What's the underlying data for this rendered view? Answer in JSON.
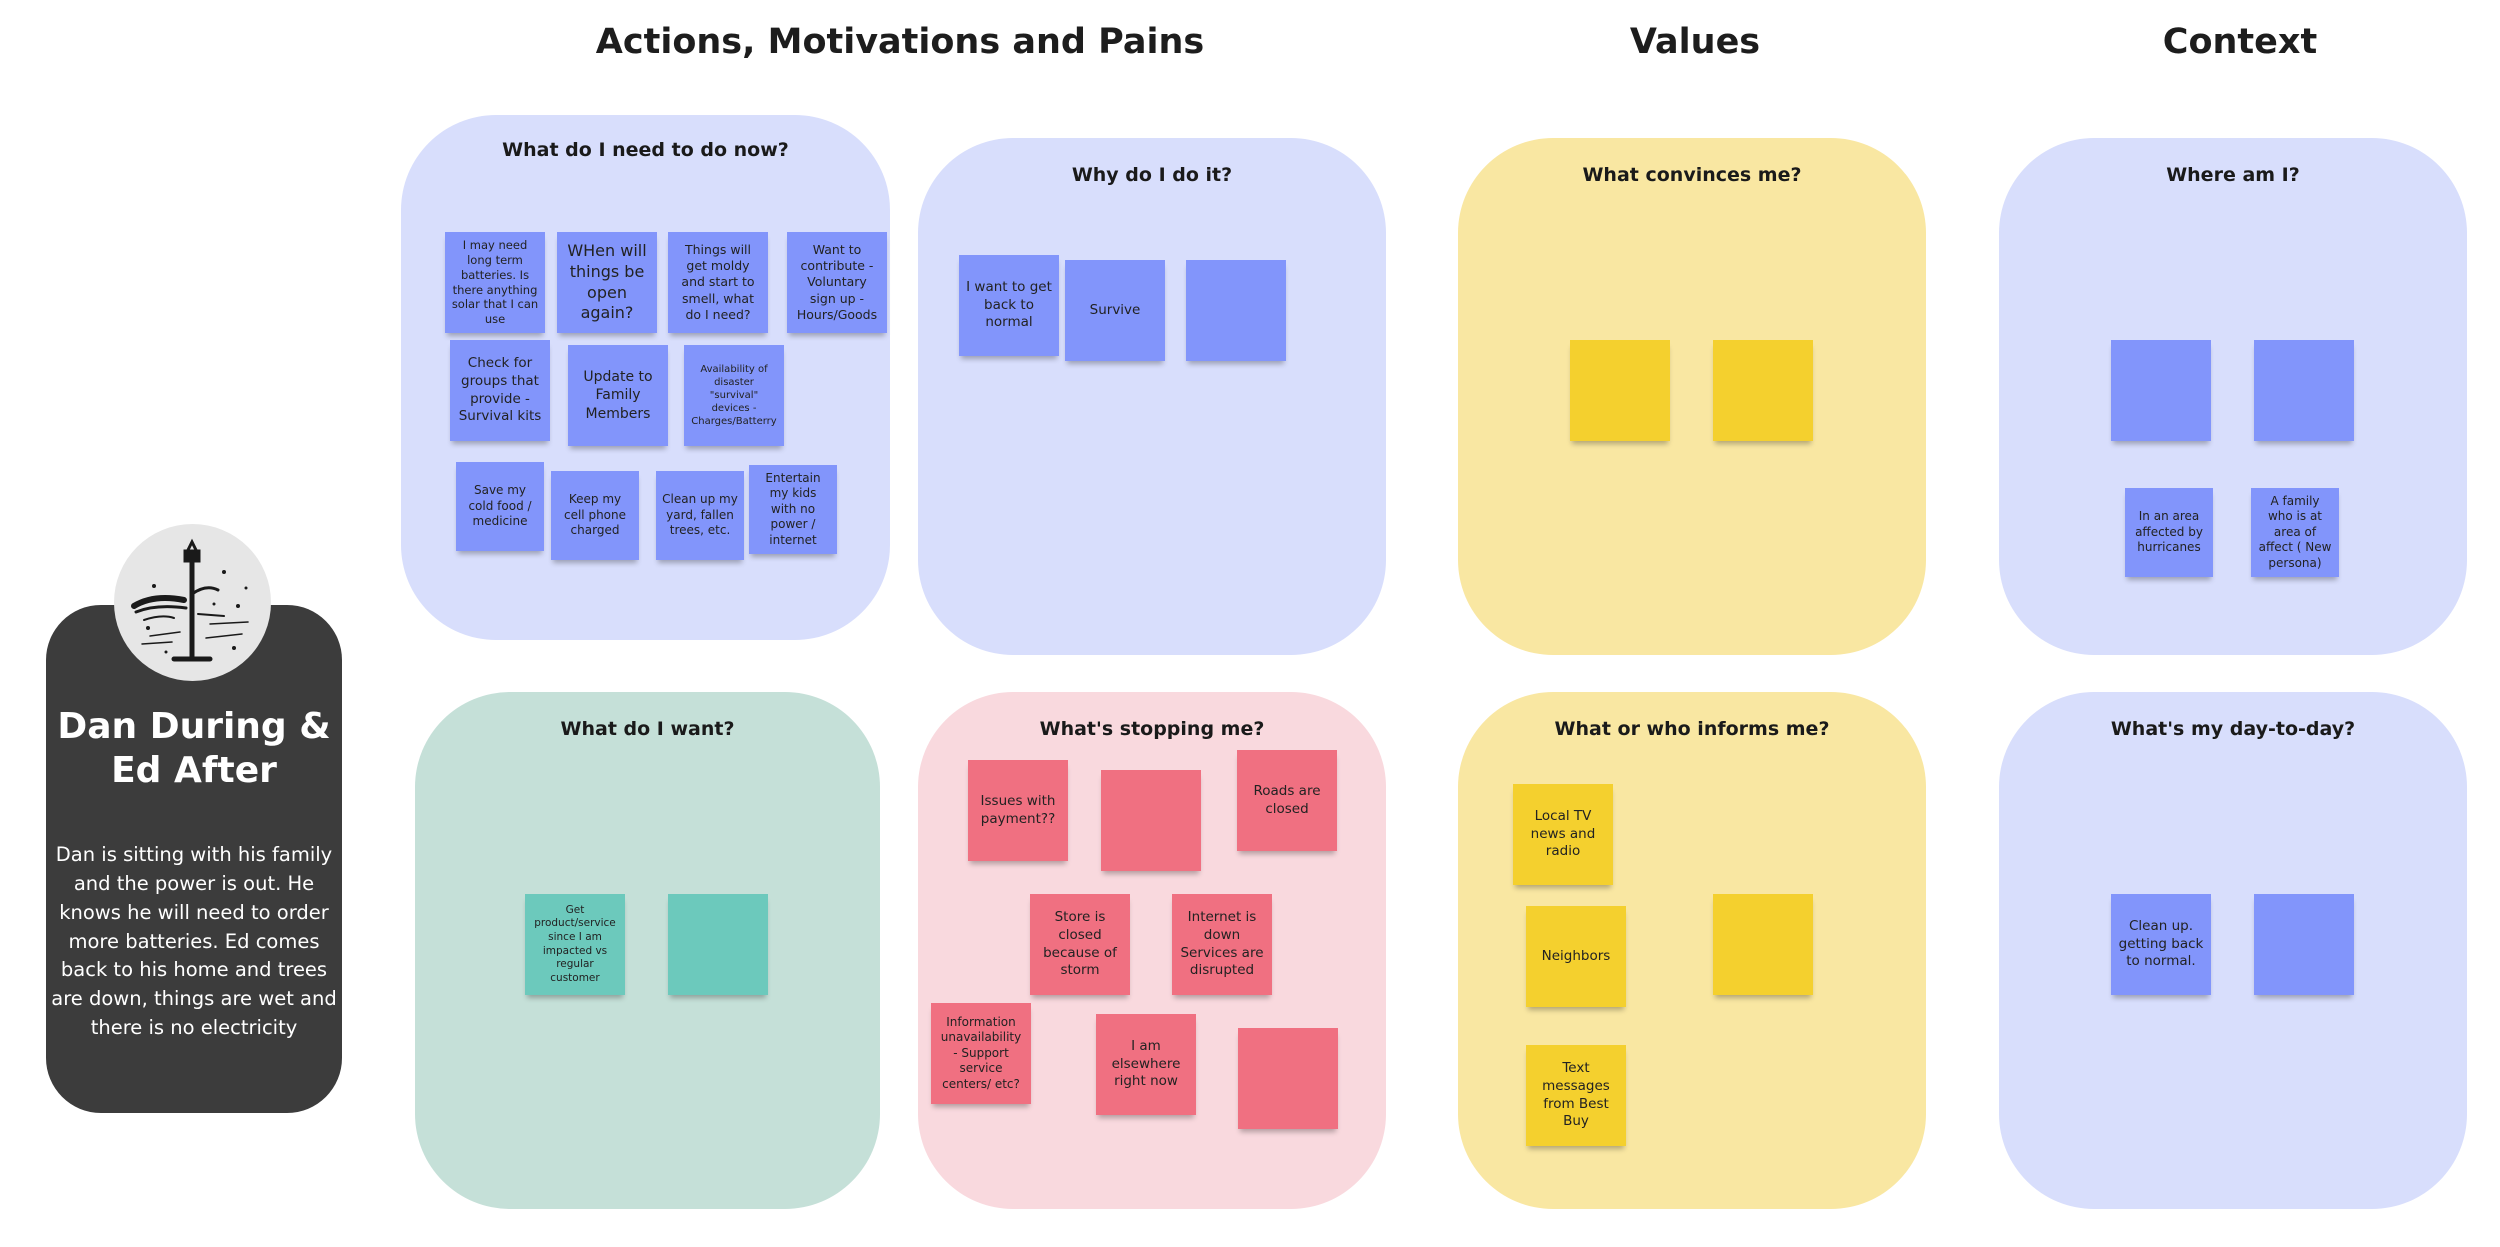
{
  "headings": {
    "actions": "Actions, Motivations and Pains",
    "values": "Values",
    "context": "Context"
  },
  "persona": {
    "name": "Dan During & Ed After",
    "description": "Dan is sitting with his family and the power is out. He knows he will need to order more batteries. Ed comes back to his home and trees are down, things are wet and there is no electricity",
    "avatar_icon": "street-lamp-illustration"
  },
  "sections": {
    "need_to_do": {
      "title": "What do I need to do now?",
      "color": "#d8defc",
      "notes": [
        "I may need long term batteries. Is there anything solar that I can use",
        "WHen will things be open again?",
        "Things will get moldy and start to smell, what do I need?",
        "Want to contribute - Voluntary sign up - Hours/Goods",
        "Check for groups that provide - Survival kits",
        "Update to Family Members",
        "Availability of disaster \"survival\" devices - Charges/Batterry",
        "Save my cold food / medicine",
        "Keep my cell phone charged",
        "Clean up my yard, fallen trees, etc.",
        "Entertain my kids with no power / internet"
      ]
    },
    "why": {
      "title": "Why do I do it?",
      "color": "#d8defc",
      "notes": [
        "I want to get back to normal",
        "Survive",
        ""
      ]
    },
    "convinces": {
      "title": "What convinces me?",
      "color": "#f9e7a2",
      "notes": [
        "",
        ""
      ]
    },
    "where": {
      "title": "Where am I?",
      "color": "#d8defc",
      "notes": [
        "",
        "",
        "In an area affected by hurricanes",
        "A family who is at area of affect ( New persona)"
      ]
    },
    "want": {
      "title": "What do I want?",
      "color": "#c5e0d8",
      "notes": [
        "Get product/service since I am impacted vs regular customer",
        ""
      ]
    },
    "stopping": {
      "title": "What's stopping me?",
      "color": "#f9d9de",
      "notes": [
        "Issues with payment??",
        "",
        "Roads are closed",
        "Store is closed because of storm",
        "Internet is down Services are disrupted",
        "Information unavailability - Support service centers/ etc?",
        "I am elsewhere right now",
        ""
      ]
    },
    "informs": {
      "title": "What or who informs me?",
      "color": "#f9e7a2",
      "notes": [
        "Local TV news and radio",
        "Neighbors",
        "",
        "Text messages from Best Buy"
      ]
    },
    "day_to_day": {
      "title": "What's my day-to-day?",
      "color": "#d8defc",
      "notes": [
        "Clean up. getting back to normal.",
        ""
      ]
    }
  },
  "note_colors": {
    "blue": "#8295fb",
    "yellow": "#f4d02e",
    "teal": "#6cc9bc",
    "red": "#f07081"
  }
}
